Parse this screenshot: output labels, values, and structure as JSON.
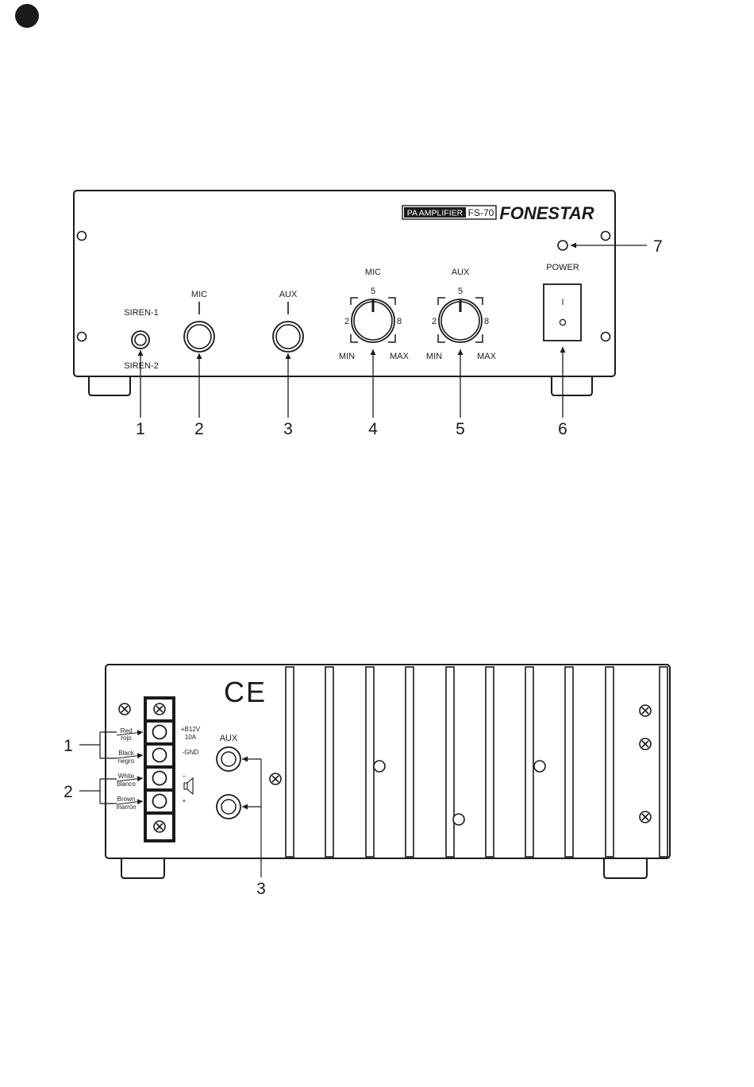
{
  "page": {
    "marker_color": "#1a1a1a"
  },
  "front": {
    "badge_label": "PA AMPLIFIER",
    "model": "FS-70",
    "brand": "FONESTAR",
    "siren_1": "SIREN-1",
    "siren_2": "SIREN-2",
    "mic_jack": "MIC",
    "aux_jack": "AUX",
    "knobs": [
      {
        "title": "MIC",
        "scale_top": "5",
        "scale_left": "2",
        "scale_right": "8",
        "min": "MIN",
        "max": "MAX"
      },
      {
        "title": "AUX",
        "scale_top": "5",
        "scale_left": "2",
        "scale_right": "8",
        "min": "MIN",
        "max": "MAX"
      }
    ],
    "power_label": "POWER",
    "switch_mark": "I",
    "callouts": [
      "1",
      "2",
      "3",
      "4",
      "5",
      "6",
      "7"
    ]
  },
  "rear": {
    "ce_mark": "CE",
    "aux_label": "AUX",
    "wires": [
      {
        "en": "Red",
        "es": "rojo"
      },
      {
        "en": "Black",
        "es": "negro"
      },
      {
        "en": "White",
        "es": "blanco"
      },
      {
        "en": "Brown",
        "es": "marrón"
      }
    ],
    "power_spec_1": "+B12V",
    "power_spec_2": "10A",
    "ground_label": "-GND",
    "speaker_minus": "–",
    "speaker_plus": "+",
    "callouts": [
      "1",
      "2",
      "3"
    ]
  }
}
